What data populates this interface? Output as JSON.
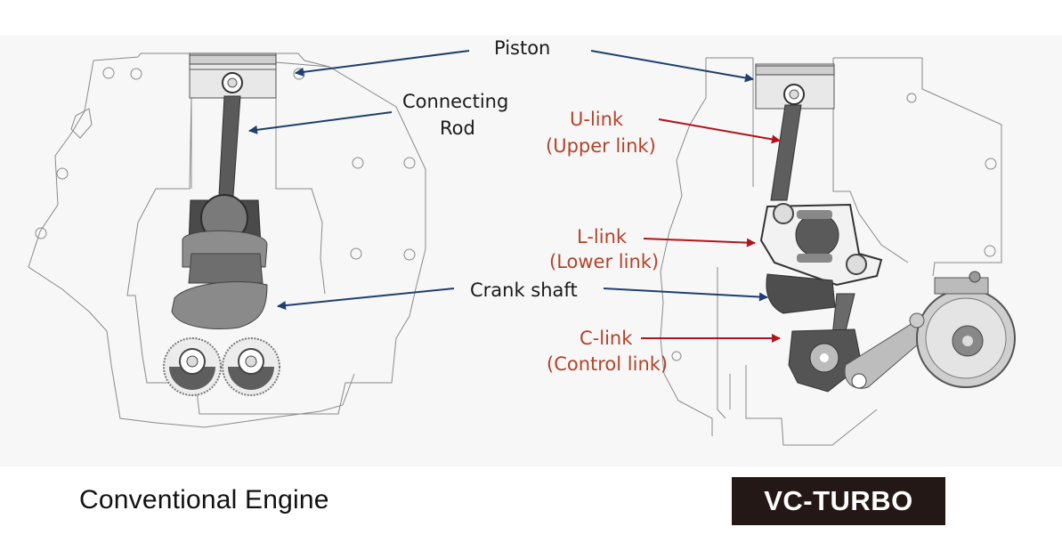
{
  "diagram": {
    "left_title": "Conventional Engine",
    "right_badge": "VC-TURBO",
    "labels": {
      "piston": "Piston",
      "connecting_rod_line1": "Connecting",
      "connecting_rod_line2": "Rod",
      "u_link_line1": "U-link",
      "u_link_line2": "(Upper link)",
      "l_link_line1": "L-link",
      "l_link_line2": "(Lower link)",
      "crank_shaft": "Crank shaft",
      "c_link_line1": "C-link",
      "c_link_line2": "(Control link)"
    },
    "colors": {
      "arrow_blue": "#1f3f6e",
      "arrow_red": "#b0141c",
      "label_red": "#b2432a",
      "badge_bg": "#231815"
    }
  }
}
